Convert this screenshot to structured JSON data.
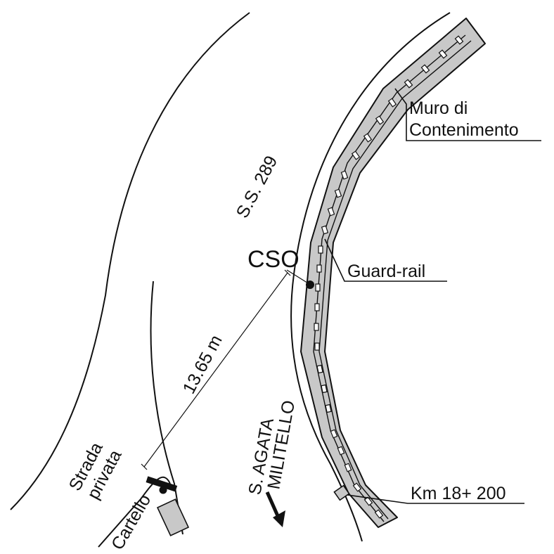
{
  "labels": {
    "road": "S.S. 289",
    "station": "CSO",
    "distance": "13.65 m",
    "wall_line1": "Muro di",
    "wall_line2": "Contenimento",
    "guardrail": "Guard-rail",
    "km": "Km 18+ 200",
    "private_road_line1": "Strada",
    "private_road_line2": "privata",
    "sign": "Cartello",
    "direction_line1": "S. AGATA",
    "direction_line2": "MILITELLO"
  },
  "colors": {
    "line": "#111111",
    "wall_fill": "#c8c8c8",
    "sign_fill": "#c8c8c8"
  }
}
